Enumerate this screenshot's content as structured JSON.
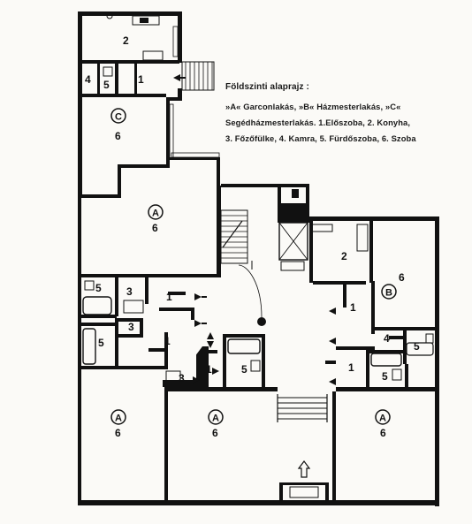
{
  "legend": {
    "title": "Földszinti alaprajz :",
    "lines": [
      "»A« Garconlakás, »B« Házmesterlakás, »C«",
      "Segédházmesterlakás. 1.Előszoba, 2. Konyha,",
      "3. Főzőfülke, 4. Kamra, 5. Fürdőszoba, 6. Szoba"
    ]
  },
  "room_labels": {
    "C_kitchen": "2",
    "C_pantry": "4",
    "C_bath": "5",
    "C_hall": "1",
    "C_room": "6",
    "A1_room": "6",
    "A1_bath": "5",
    "A1_cook": "3",
    "A1_hall": "1",
    "A2_bath": "5",
    "A2_cook": "3",
    "A2_hall": "1",
    "A2_room": "6",
    "A3_cook": "3",
    "A3_hall": "1",
    "A3_bath": "5",
    "A3_room": "6",
    "B_kitchen": "2",
    "B_room": "6",
    "B_hall": "1",
    "B_pantry": "4",
    "B_bath": "5",
    "A4_hall": "1",
    "A4_bath": "5",
    "A4_room": "6"
  },
  "apartment_markers": {
    "C": "C",
    "A1": "A",
    "B": "B",
    "A2": "A",
    "A3": "A",
    "A4": "A"
  }
}
